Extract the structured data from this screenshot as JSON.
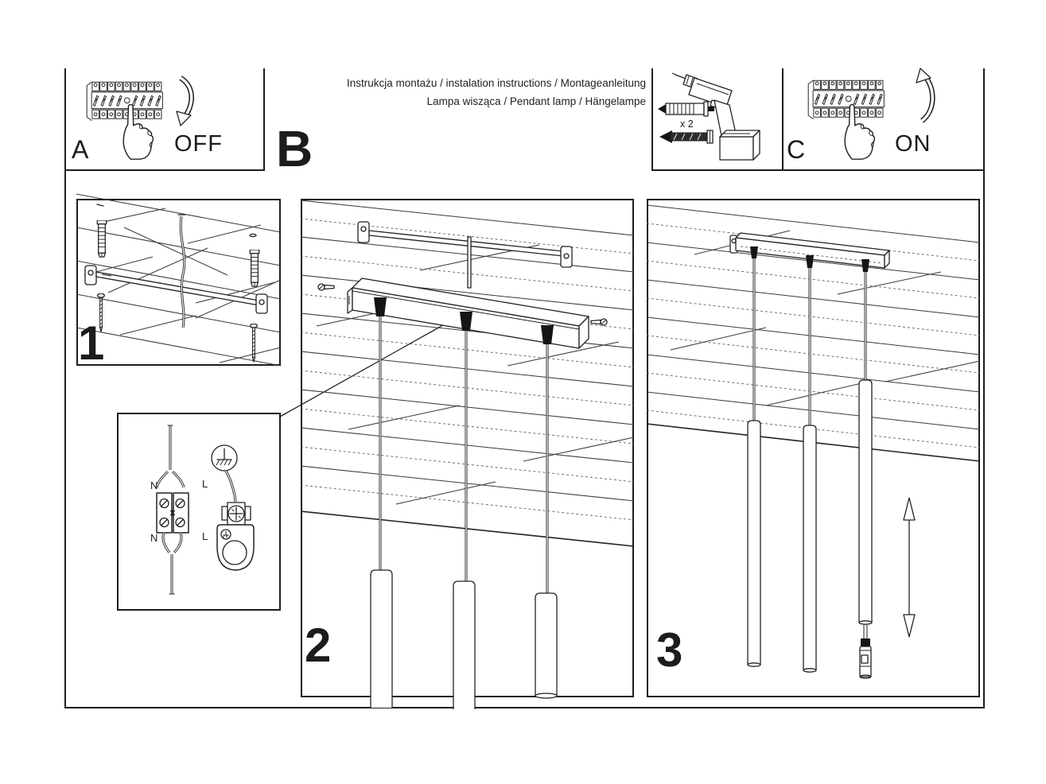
{
  "sheet": {
    "title_line1": "Instrukcja montażu / instalation instructions / Montageanleitung",
    "title_line2": "Lampa wisząca / Pendant lamp / Hängelampe"
  },
  "header": {
    "panel_a": {
      "label": "A",
      "action": "OFF"
    },
    "section_b_label": "B",
    "tools": {
      "anchor_quantity": "x 2"
    },
    "panel_c": {
      "label": "C",
      "action": "ON"
    }
  },
  "steps": {
    "step1": {
      "number": "1"
    },
    "step2": {
      "number": "2"
    },
    "step3": {
      "number": "3"
    }
  },
  "wiring": {
    "top_left": "N",
    "top_right": "L",
    "bottom_left": "N",
    "bottom_right": "L"
  },
  "colors": {
    "line": "#222222",
    "background": "#ffffff",
    "fill_black": "#151515"
  },
  "icons": {
    "circuit_breaker": "breaker-strip line art",
    "pointing_hand": "hand with extended index finger",
    "curved_arrow_down": "switch-off direction arrow",
    "curved_arrow_up": "switch-on direction arrow",
    "drill": "cordless drill line art",
    "wall_plug": "expansion anchor with arrow",
    "screw": "mounting screw with arrow",
    "ground": "earth symbol in circle",
    "height_adjustment": "double-headed vertical arrow"
  }
}
